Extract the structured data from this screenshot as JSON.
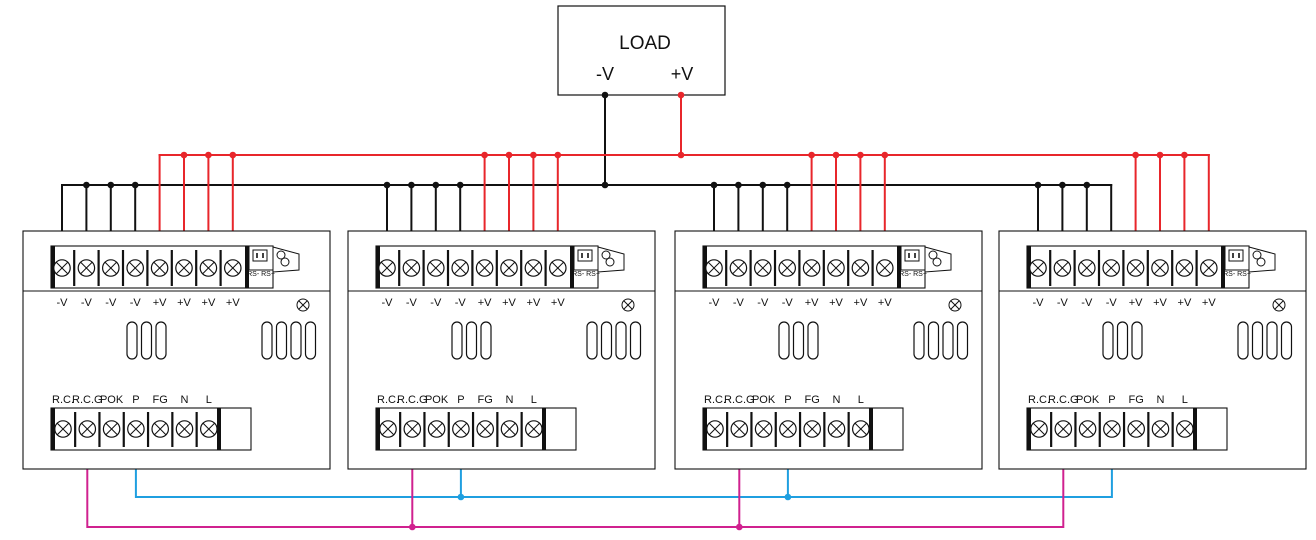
{
  "load": {
    "label": "LOAD",
    "neg_label": "-V",
    "pos_label": "+V"
  },
  "output_terminal_labels": [
    "-V",
    "-V",
    "-V",
    "-V",
    "+V",
    "+V",
    "+V",
    "+V"
  ],
  "remote_sense_label": "RS- RS+",
  "control_terminal_labels": [
    "R.C.",
    "R.C.G",
    "POK",
    "P",
    "FG",
    "N",
    "L"
  ],
  "units_count": 4,
  "colors": {
    "negative_wire": "#111111",
    "positive_wire": "#e8262b",
    "current_share_wire": "#1f9fe0",
    "rcg_wire": "#d0218f"
  }
}
